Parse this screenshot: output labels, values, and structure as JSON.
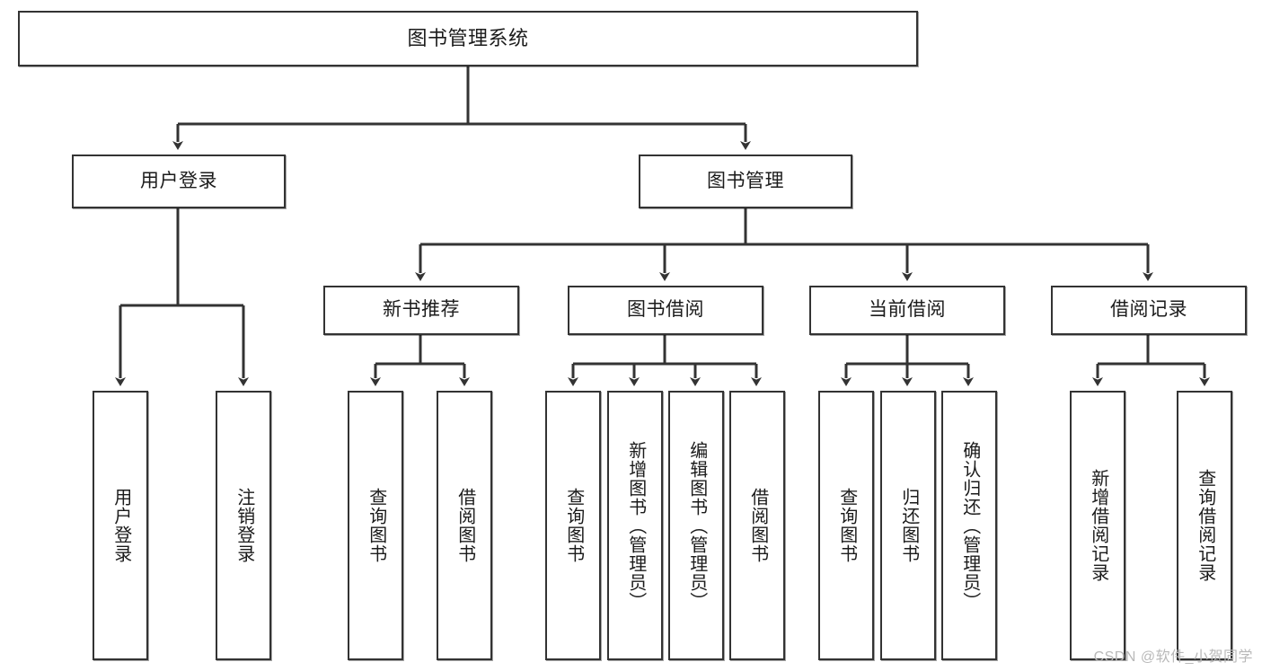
{
  "diagram": {
    "type": "tree",
    "title": "图书管理系统",
    "orientation": "top-down",
    "colors": {
      "box_border": "#333333",
      "box_fill": "#ffffff",
      "edge": "#333333",
      "text": "#1b1b1b",
      "watermark": "#b9b9b9",
      "background": "#ffffff"
    },
    "nodes": {
      "root": {
        "label": "图书管理系统",
        "level": 1
      },
      "level2": [
        {
          "id": "user-login",
          "label": "用户登录"
        },
        {
          "id": "book-manage",
          "label": "图书管理"
        }
      ],
      "level3": [
        {
          "id": "new-book-rec",
          "label": "新书推荐"
        },
        {
          "id": "book-borrow",
          "label": "图书借阅"
        },
        {
          "id": "current-borrow",
          "label": "当前借阅"
        },
        {
          "id": "borrow-record",
          "label": "借阅记录"
        }
      ],
      "leaves": [
        {
          "id": "leaf-user-login",
          "label": "用户登录",
          "parent": "user-login"
        },
        {
          "id": "leaf-user-logout",
          "label": "注销登录",
          "parent": "user-login"
        },
        {
          "id": "leaf-query-book-1",
          "label": "查询图书",
          "parent": "new-book-rec"
        },
        {
          "id": "leaf-borrow-book-1",
          "label": "借阅图书",
          "parent": "new-book-rec"
        },
        {
          "id": "leaf-query-book-2",
          "label": "查询图书",
          "parent": "book-borrow"
        },
        {
          "id": "leaf-add-book",
          "label": "新增图书（管理员）",
          "parent": "book-borrow"
        },
        {
          "id": "leaf-edit-book",
          "label": "编辑图书（管理员）",
          "parent": "book-borrow"
        },
        {
          "id": "leaf-borrow-book-2",
          "label": "借阅图书",
          "parent": "book-borrow"
        },
        {
          "id": "leaf-query-book-3",
          "label": "查询图书",
          "parent": "current-borrow"
        },
        {
          "id": "leaf-return-book",
          "label": "归还图书",
          "parent": "current-borrow"
        },
        {
          "id": "leaf-confirm-return",
          "label": "确认归还（管理员）",
          "parent": "current-borrow"
        },
        {
          "id": "leaf-add-record",
          "label": "新增借阅记录",
          "parent": "borrow-record"
        },
        {
          "id": "leaf-query-record",
          "label": "查询借阅记录",
          "parent": "borrow-record"
        }
      ]
    }
  },
  "watermark": {
    "text": "CSDN @软件_小贺同学"
  }
}
